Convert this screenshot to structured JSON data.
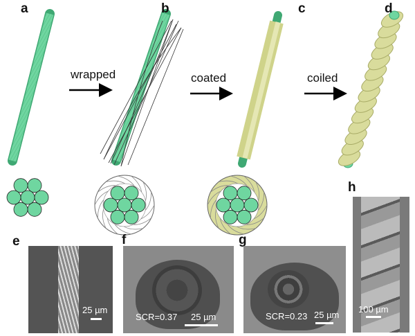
{
  "panels": {
    "a": {
      "label": "a"
    },
    "b": {
      "label": "b"
    },
    "c": {
      "label": "c"
    },
    "d": {
      "label": "d"
    },
    "e": {
      "label": "e",
      "scale": "25 µm"
    },
    "f": {
      "label": "f",
      "scale": "25 µm",
      "scr": "SCR=0.37"
    },
    "g": {
      "label": "g",
      "scale": "25 µm",
      "scr": "SCR=0.23"
    },
    "h": {
      "label": "h",
      "scale": "100 µm"
    }
  },
  "steps": {
    "wrapped": "wrapped",
    "coated": "coated",
    "coiled": "coiled"
  },
  "colors": {
    "fiber": "#6fd6a0",
    "coating": "#d9dc9c",
    "sem": "#5a5a5a"
  }
}
